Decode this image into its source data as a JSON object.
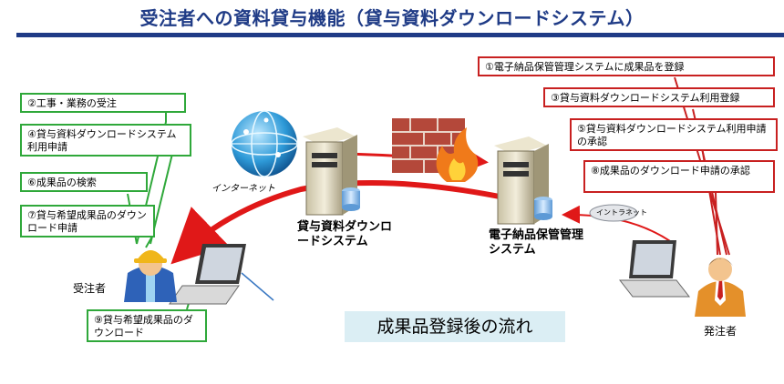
{
  "title": "受注者への資料貸与機能（貸与資料ダウンロードシステム）",
  "flow_label": "成果品登録後の流れ",
  "steps_contractor": [
    "②工事・業務の受注",
    "④貸与資料ダウンロードシステム利用申請",
    "⑥成果品の検索",
    "⑦貸与希望成果品のダウンロード申請",
    "⑨貸与希望成果品のダウンロード"
  ],
  "steps_orderer": [
    "①電子納品保管管理システムに成果品を登録",
    "③貸与資料ダウンロードシステム利用登録",
    "⑤貸与資料ダウンロードシステム利用申請の承認",
    "⑧成果品のダウンロード申請の承認"
  ],
  "nodes": {
    "contractor": "受注者",
    "orderer": "発注者",
    "lending_system": "貸与資料ダウンロードシステム",
    "storage_system": "電子納品保管管理システム"
  },
  "network": {
    "internet": "インターネット",
    "intranet": "イントラネット"
  },
  "colors": {
    "title": "#1f3b86",
    "green_box": "#2fa83a",
    "red_box": "#c82020",
    "arrow": "#e01818",
    "flow_bg": "#dbeef4"
  },
  "icons": [
    "globe-icon",
    "server-icon",
    "firewall-icon",
    "laptop-icon",
    "person-icon"
  ]
}
